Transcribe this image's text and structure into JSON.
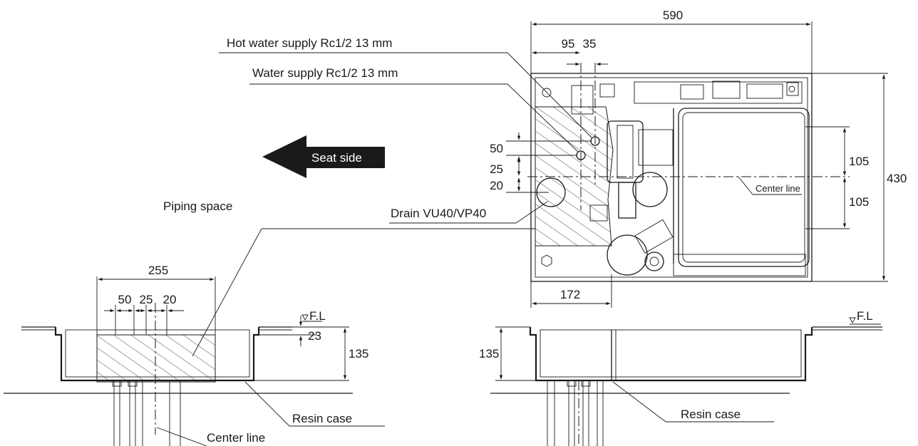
{
  "top_view": {
    "dims": {
      "width": "590",
      "offset_a": "95",
      "offset_b": "35",
      "depth": "430",
      "half_top": "105",
      "half_bottom": "105",
      "spacing_1": "50",
      "spacing_2": "25",
      "spacing_3": "20",
      "drain_offset": "172"
    },
    "labels": {
      "hot_water": "Hot water supply Rc1/2  13 mm",
      "water": "Water supply Rc1/2  13 mm",
      "drain": "Drain VU40/VP40",
      "center_line": "Center line",
      "piping_space": "Piping space",
      "seat_side": "Seat side"
    }
  },
  "side_view_left": {
    "dims": {
      "width": "255",
      "spacing_1": "50",
      "spacing_2": "25",
      "spacing_3": "20",
      "depth": "135",
      "step": "23"
    },
    "labels": {
      "floor_level": "F.L",
      "resin_case": "Resin case",
      "center_line": "Center line"
    }
  },
  "side_view_right": {
    "dims": {
      "depth": "135"
    },
    "labels": {
      "floor_level": "F.L",
      "resin_case": "Resin case"
    }
  }
}
